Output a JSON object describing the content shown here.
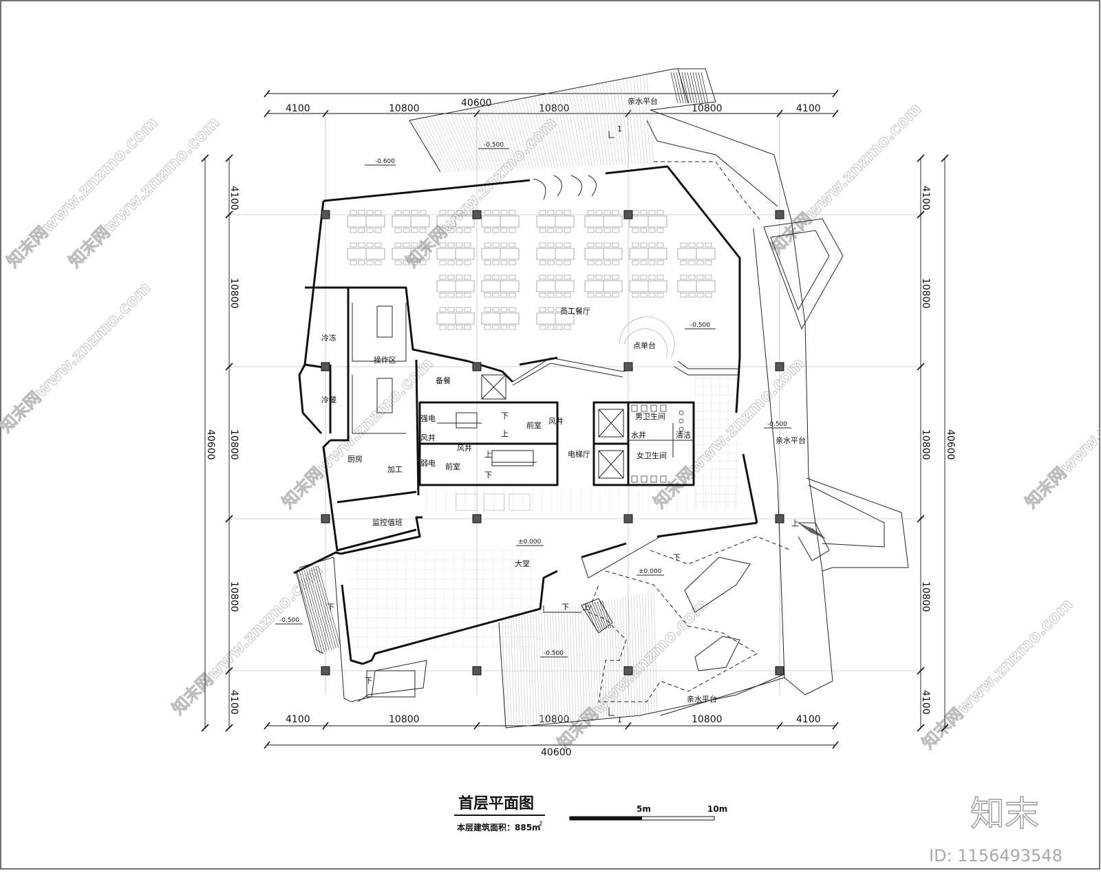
{
  "plan": {
    "title": "首层平面图",
    "area_label": "本层建筑面积：885m",
    "area_sup": "2",
    "scale": {
      "label_5": "5m",
      "label_10": "10m"
    }
  },
  "dimensions": {
    "top_segments": [
      "4100",
      "10800",
      "10800",
      "10800",
      "4100"
    ],
    "top_total": "40600",
    "bottom_segments": [
      "4100",
      "10800",
      "10800",
      "10800",
      "4100"
    ],
    "bottom_total": "40600",
    "left_segments": [
      "4100",
      "10800",
      "10800",
      "10800",
      "4100"
    ],
    "left_total": "40600",
    "right_segments": [
      "4100",
      "10800",
      "10800",
      "10800",
      "4100"
    ],
    "right_total": "40600"
  },
  "rooms": {
    "waterfront_top": "亲水平台",
    "waterfront_right": "亲水平台",
    "waterfront_bottom": "亲水平台",
    "staff_dining": "员工餐厅",
    "order_counter": "点单台",
    "cold_freeze": "冷冻",
    "cold_store": "冷藏",
    "operation": "操作区",
    "prep": "备餐",
    "kitchen": "厨房",
    "processing": "加工",
    "monitor": "监控值班",
    "strong_elec": "强电",
    "weak_elec": "弱电",
    "wind_shaft_a": "风井",
    "wind_shaft_b": "风井",
    "anteroom_a": "前室",
    "anteroom_b": "前室",
    "elevator_hall": "电梯厅",
    "men_wc": "男卫生间",
    "women_wc": "女卫生间",
    "water_shaft": "水井",
    "cleaning": "清洁",
    "lobby": "大堂"
  },
  "levels": {
    "l1": "-0.600",
    "l2": "-0.500",
    "l3": "-0.500",
    "l4": "-0.500",
    "l5": "-0.500",
    "l6": "-0.500",
    "l7": "±0.000",
    "l8": "±0.000"
  },
  "stairs": {
    "down": "下",
    "up": "上"
  },
  "section_mark": "1",
  "watermark": {
    "text": "知末网www.znzmo.com",
    "brand": "知末",
    "id": "ID: 1156493548"
  }
}
